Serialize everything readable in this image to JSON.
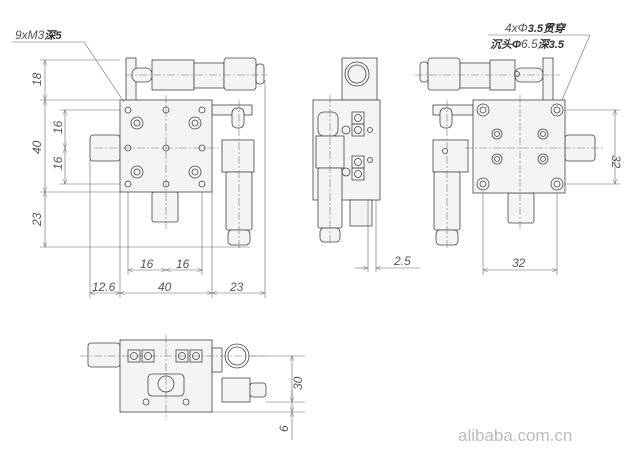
{
  "front_view": {
    "callout": {
      "spec": "9xM3",
      "depth": "深5"
    },
    "dims_vertical": [
      "18",
      "40",
      "23"
    ],
    "dims_inner_vertical": [
      "16",
      "16"
    ],
    "dims_inner_horizontal": [
      "16",
      "16"
    ],
    "dims_horizontal": [
      "12.6",
      "40",
      "23"
    ]
  },
  "side_view": {
    "dim_offset": "2.5"
  },
  "rear_view": {
    "callout_line1": {
      "spec": "4xΦ",
      "value": "3.5贯穿"
    },
    "callout_line2": {
      "prefix": "沉头Φ",
      "value": "6.5",
      "suffix": "深3.5"
    },
    "dim_vertical": "32",
    "dim_horizontal": "32"
  },
  "bottom_view": {
    "dim_height": "30",
    "dim_base": "6"
  },
  "watermark": "alibaba.com.cn"
}
